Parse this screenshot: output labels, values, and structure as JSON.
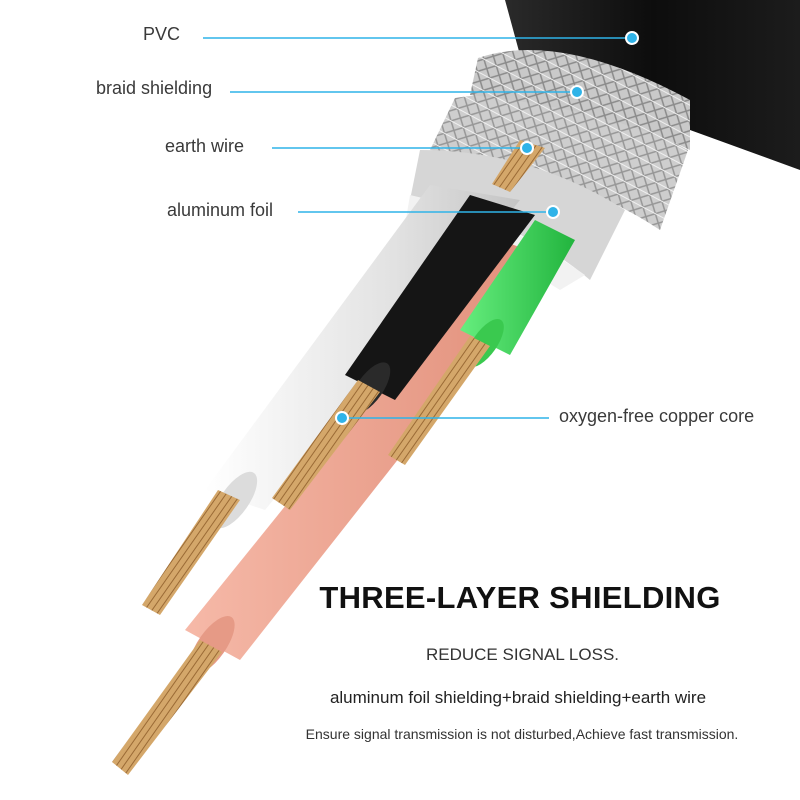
{
  "labels": {
    "pvc": "PVC",
    "braid": "braid shielding",
    "earth": "earth wire",
    "foil": "aluminum foil",
    "copper": "oxygen-free copper core"
  },
  "headline": "THREE-LAYER SHIELDING",
  "subhead": "REDUCE SIGNAL LOSS.",
  "description": "aluminum foil shielding+braid shielding+earth wire",
  "small_print": "Ensure signal transmission is not disturbed,Achieve fast transmission.",
  "colors": {
    "callout": "#2fb3e8",
    "jacket": "#111111",
    "white_wire": "#e8e8e8",
    "black_wire": "#141414",
    "salmon_wire": "#eca08c",
    "green_wire": "#3fd65a",
    "copper": "#c99a5c"
  }
}
